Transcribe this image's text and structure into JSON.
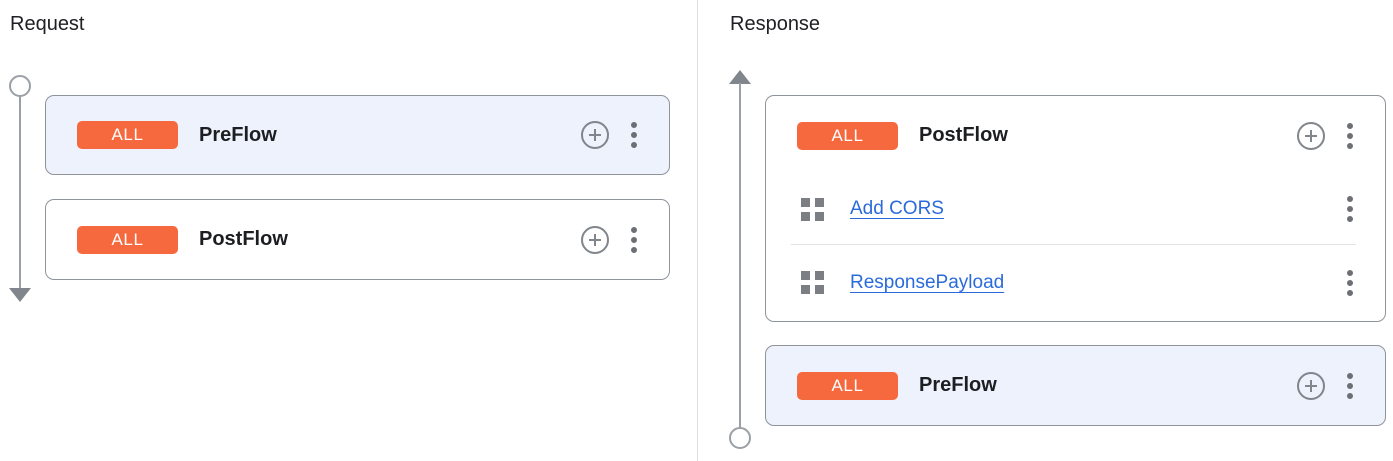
{
  "panels": {
    "request": {
      "title": "Request",
      "direction": "down",
      "flows": [
        {
          "badge": "ALL",
          "name": "PreFlow",
          "highlighted": true,
          "policies": []
        },
        {
          "badge": "ALL",
          "name": "PostFlow",
          "highlighted": false,
          "policies": []
        }
      ]
    },
    "response": {
      "title": "Response",
      "direction": "up",
      "flows": [
        {
          "badge": "ALL",
          "name": "PostFlow",
          "highlighted": false,
          "policies": [
            {
              "name": "Add CORS"
            },
            {
              "name": "ResponsePayload"
            }
          ]
        },
        {
          "badge": "ALL",
          "name": "PreFlow",
          "highlighted": true,
          "policies": []
        }
      ]
    }
  },
  "icons": {
    "add_policy": "plus-circle-icon",
    "more_options": "kebab-menu-icon",
    "drag": "drag-handle-icon",
    "flow_start": "circle-terminal-icon",
    "flow_arrow_down": "arrow-down-icon",
    "flow_arrow_up": "arrow-up-icon"
  },
  "colors": {
    "badge_orange": "#f6693e",
    "highlight_card_bg": "#edf2fc",
    "card_border": "#8e949b",
    "flow_line_gray": "#9aa0a6",
    "arrow_gray": "#80868b",
    "link_blue": "#2a6bdb",
    "text_dark": "#202124"
  }
}
